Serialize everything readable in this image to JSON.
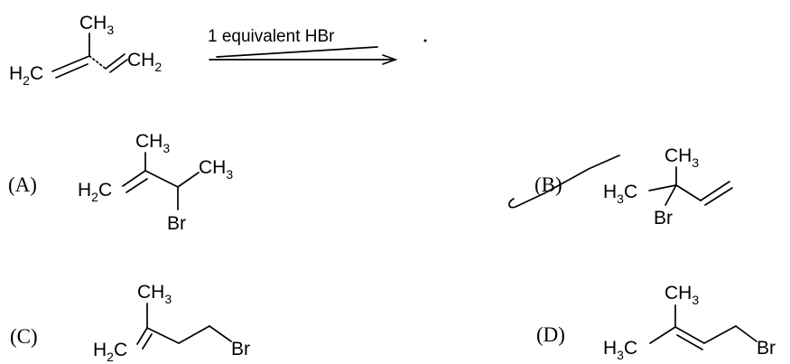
{
  "reaction": {
    "reagent": "1 equivalent HBr",
    "reactant": {
      "methyl": {
        "main": "CH",
        "sub": "3"
      },
      "left_terminal": {
        "main": "H",
        "sub": "2",
        "tail": "C"
      },
      "right_terminal": {
        "main": "CH",
        "sub": "2"
      }
    }
  },
  "options": [
    {
      "label": "(A)",
      "groups": {
        "top_methyl": {
          "main": "CH",
          "sub": "3"
        },
        "left_terminal": {
          "main": "H",
          "sub": "2",
          "tail": "C"
        },
        "right_methyl": {
          "main": "CH",
          "sub": "3"
        },
        "halogen": "Br"
      }
    },
    {
      "label": "(B)",
      "marked": true,
      "groups": {
        "top_methyl": {
          "main": "CH",
          "sub": "3"
        },
        "left_methyl": {
          "main": "H",
          "sub": "3",
          "tail": "C"
        },
        "halogen": "Br"
      }
    },
    {
      "label": "(C)",
      "groups": {
        "top_methyl": {
          "main": "CH",
          "sub": "3"
        },
        "left_terminal": {
          "main": "H",
          "sub": "2",
          "tail": "C"
        },
        "halogen": "Br"
      }
    },
    {
      "label": "(D)",
      "groups": {
        "top_methyl": {
          "main": "CH",
          "sub": "3"
        },
        "left_methyl": {
          "main": "H",
          "sub": "3",
          "tail": "C"
        },
        "halogen": "Br"
      }
    }
  ]
}
